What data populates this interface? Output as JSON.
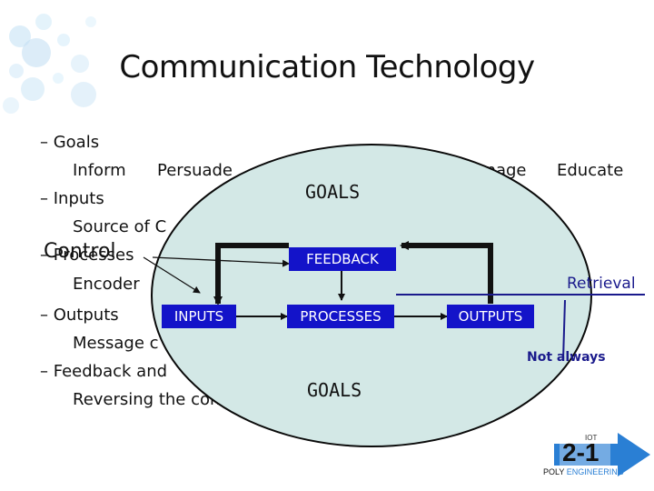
{
  "title": "Communication Technology",
  "outline": {
    "goals": "– Goals",
    "goals_items": [
      "Inform",
      "Persuade",
      "Manage",
      "Educate"
    ],
    "inputs": "– Inputs",
    "inputs_sub": "Source of C",
    "processes": "– Processes",
    "control": "Control",
    "processes_sub": "Encoder",
    "outputs": "– Outputs",
    "outputs_sub": "Message c",
    "feedback": "– Feedback and",
    "feedback_sub": "Reversing the con"
  },
  "diagram": {
    "goals_top": "GOALS",
    "feedback_box": "FEEDBACK",
    "inputs_box": "INPUTS",
    "processes_box": "PROCESSES",
    "outputs_box": "OUTPUTS",
    "goals_bottom": "GOALS",
    "retrieval": "Retrieval",
    "not_always": "Not always"
  },
  "logo": {
    "top": "IOT",
    "number": "2-1",
    "poly": "POLY",
    "engineering": "ENGINEERING"
  },
  "colors": {
    "box_fill": "#1313c9",
    "ellipse_fill": "#d3e8e6",
    "accent_text": "#1a1a8c",
    "logo_arrow": "#2a7fd4"
  }
}
